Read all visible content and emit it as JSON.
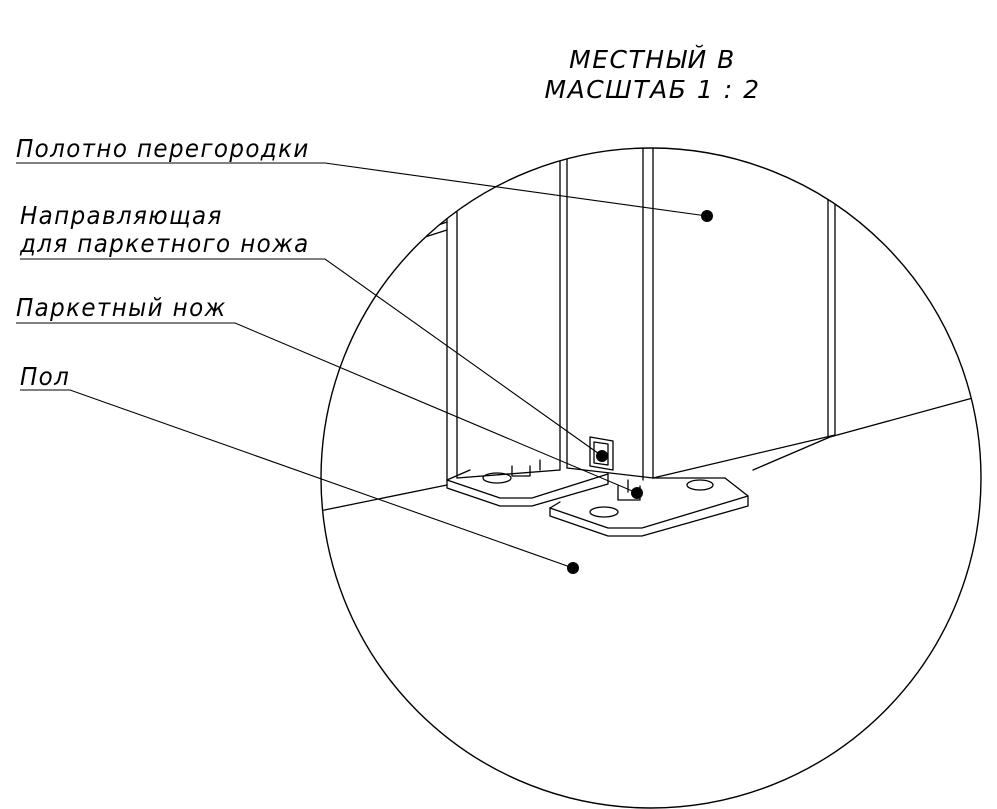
{
  "title": {
    "line1": "МЕСТНЫЙ В",
    "line2": "МАСШТАБ 1 : 2"
  },
  "labels": {
    "panel": "Полотно перегородки",
    "guide_line1": "Направляющая",
    "guide_line2": "для паркетного ножа",
    "knife": "Паркетный нож",
    "floor": "Пол"
  }
}
